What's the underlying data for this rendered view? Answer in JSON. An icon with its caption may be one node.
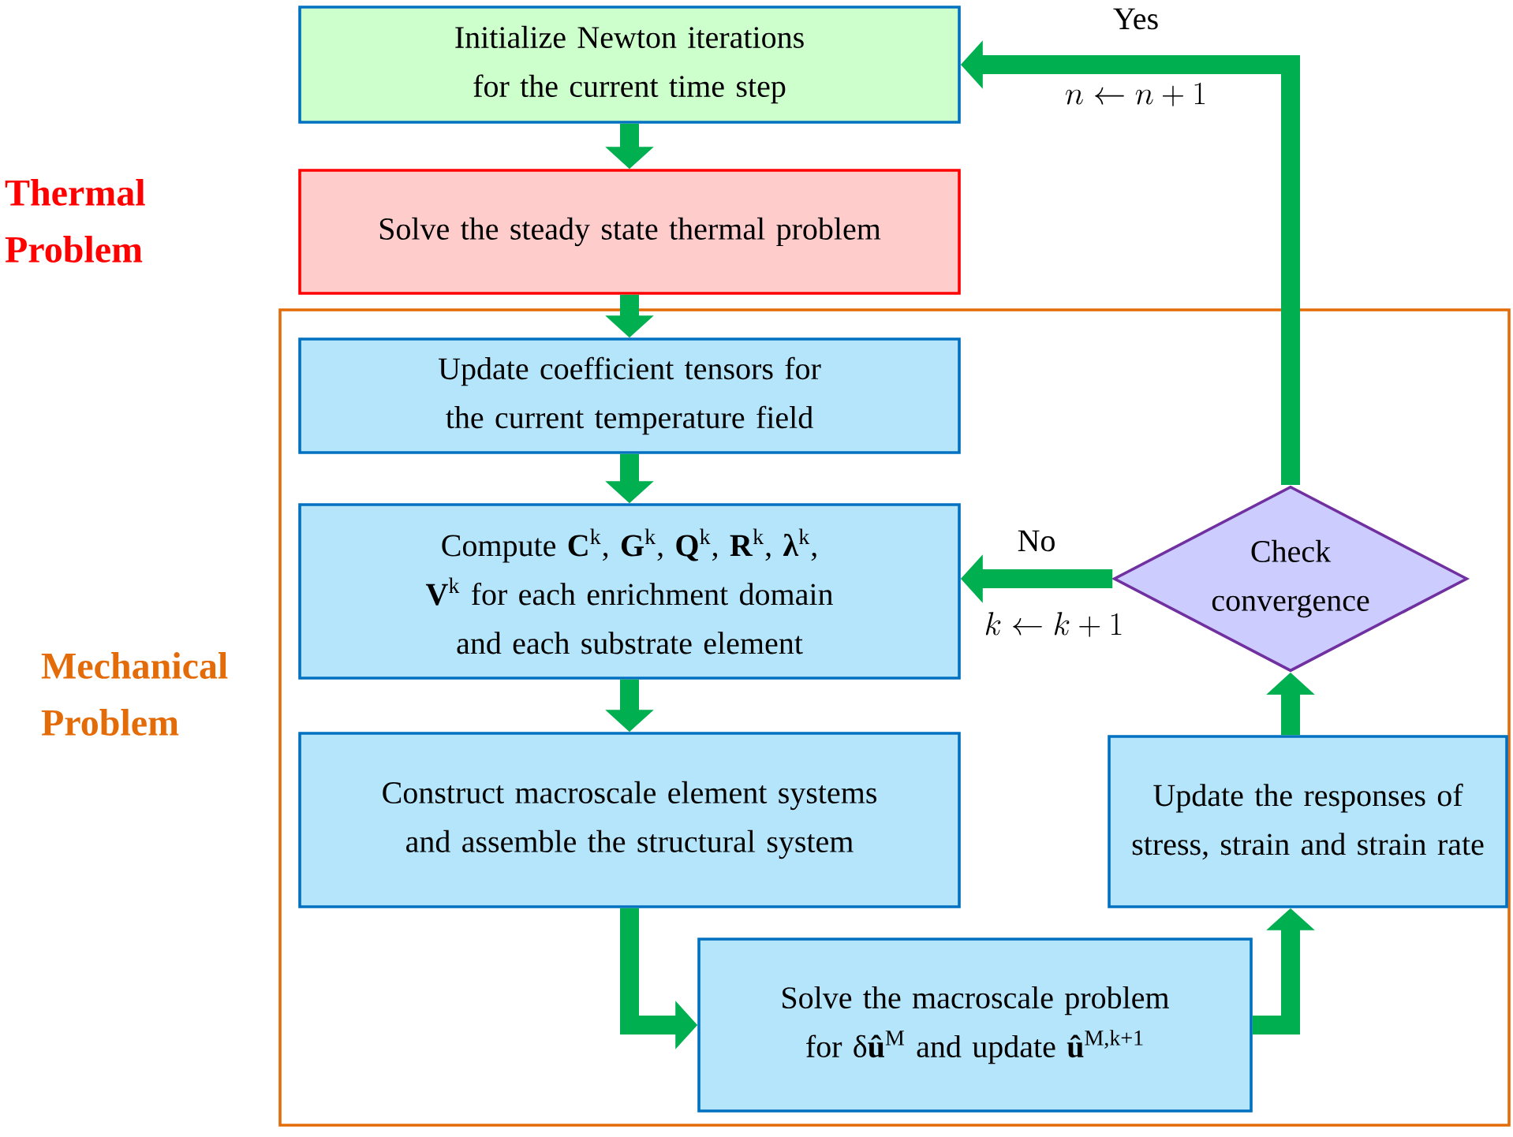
{
  "diagram": {
    "nodes": [
      {
        "text": [
          "Initialize Newton iterations for the current time step"
        ]
      },
      {
        "text": [
          "Solve the steady state thermal problem"
        ]
      },
      {
        "text": [
          "Mechanical Problem"
        ]
      },
      {
        "text": [
          "Update coefficient tensors for the current temperature field"
        ],
        "in": 2
      },
      {
        "text": [
          "Compute **C**$^{k}$, **G**$^{k}$, **Q**$^{k}$, **R**$^{k}$, **λ**$^{k}$, **V**$^{k}$ for each enrichment domain and each substrate element"
        ],
        "in": 2
      },
      {
        "text": [
          "Construct macroscale element systems and assemble the structural system"
        ],
        "in": 2
      },
      {
        "text": [
          "Solve the macroscale problem for δ**û**$^{M}$ and update **û**$^{M,k+1}$"
        ],
        "in": 2
      },
      {
        "text": [
          "Update the responses of stress, strain and strain rate"
        ],
        "in": 2
      },
      {
        "text": [
          "Check convergence"
        ],
        "in": 2
      }
    ],
    "edges": [
      {
        "from": 0,
        "to": 1,
        "arrow": "to"
      },
      {
        "from": 1,
        "to": 3,
        "arrow": "to"
      },
      {
        "from": 3,
        "to": 4,
        "arrow": "to"
      },
      {
        "from": 4,
        "to": 5,
        "arrow": "to"
      },
      {
        "from": 5,
        "to": 6,
        "arrow": "to"
      },
      {
        "from": 6,
        "to": 7,
        "arrow": "to"
      },
      {
        "from": 7,
        "to": 8,
        "arrow": "to"
      },
      {
        "from": 8,
        "to": 4,
        "arrow": "to",
        "label": "No"
      },
      {
        "from": 8,
        "to": 0,
        "arrow": "to",
        "label": "Yes"
      }
    ],
    "labels": [
      "n \\leftarrow n+1",
      "Thermal Problem",
      "k \\leftarrow k+1"
    ]
  }
}
